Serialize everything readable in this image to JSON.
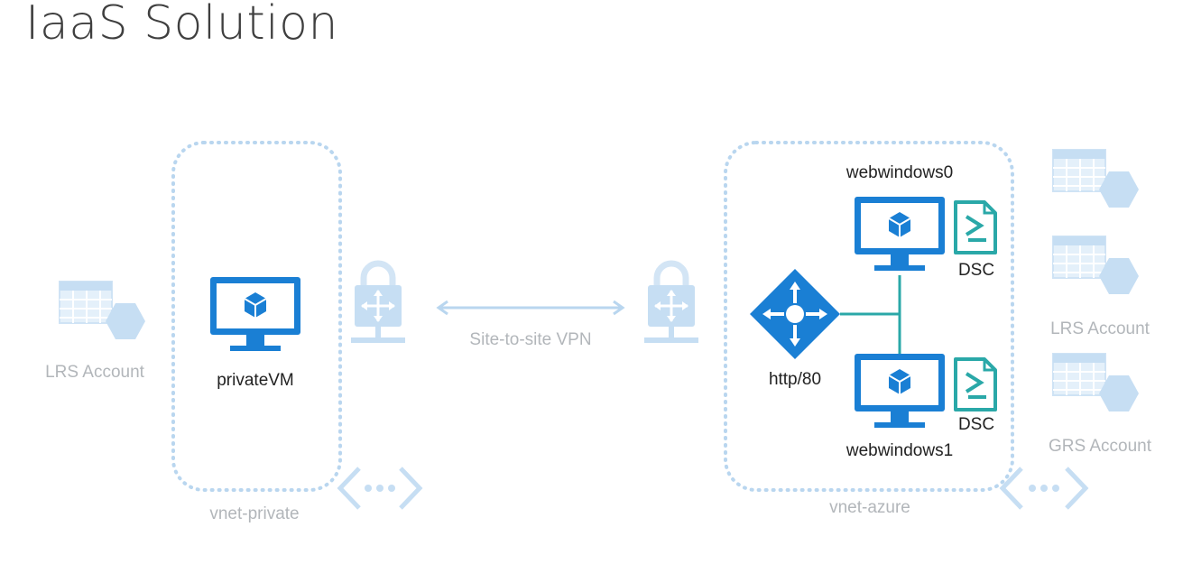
{
  "title": "IaaS Solution",
  "labels": {
    "lrs_left": "LRS Account",
    "private_vm": "privateVM",
    "vnet_private": "vnet-private",
    "vpn": "Site-to-site VPN",
    "web0": "webwindows0",
    "web1": "webwindows1",
    "dsc0": "DSC",
    "dsc1": "DSC",
    "lb": "http/80",
    "vnet_azure": "vnet-azure",
    "lrs_right": "LRS Account",
    "grs_right": "GRS Account"
  },
  "colors": {
    "azure_blue": "#1a7fd4",
    "faded_blue": "#c6def3",
    "dotted": "#b9d6ef",
    "teal": "#2aa8a8",
    "faded_text": "#b2b6ba",
    "dark_text": "#222222"
  }
}
